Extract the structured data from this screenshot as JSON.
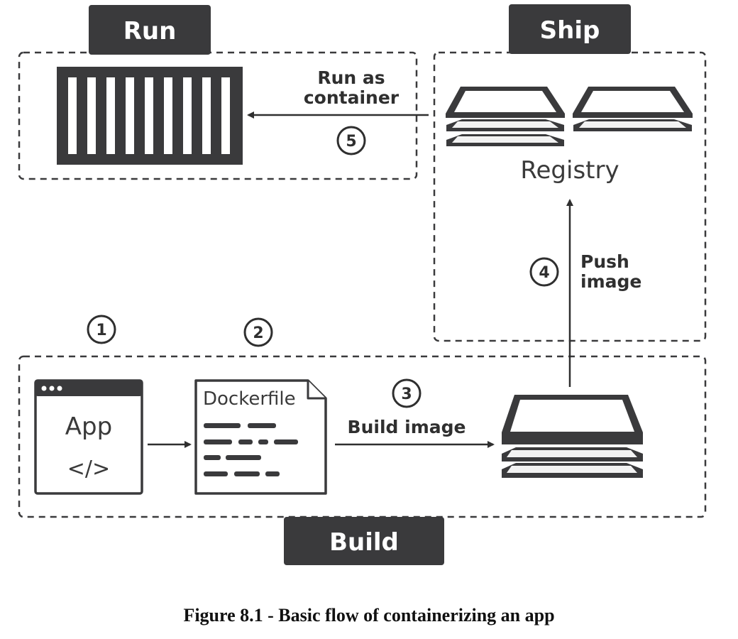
{
  "colors": {
    "dark": "#3a3a3c",
    "stroke": "#2f2f2f",
    "layer_fill": "#f2f2f2"
  },
  "sections": {
    "run": "Run",
    "ship": "Ship",
    "build": "Build"
  },
  "registry_label": "Registry",
  "app_label": "App",
  "code_symbol": "</>",
  "dockerfile_label": "Dockerfile",
  "steps": {
    "step1": "1",
    "step2": "2",
    "step3": "3",
    "step4": "4",
    "step5": "5"
  },
  "arrows": {
    "build_image": "Build image",
    "push_line1": "Push",
    "push_line2": "image",
    "run_line1": "Run as",
    "run_line2": "container"
  },
  "caption": "Figure 8.1 - Basic flow of containerizing an app"
}
